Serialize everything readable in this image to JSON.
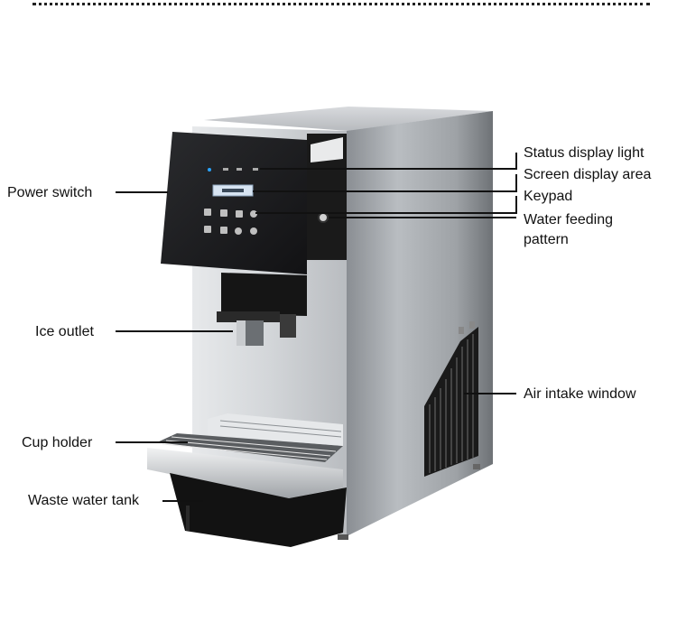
{
  "labels": {
    "power_switch": "Power switch",
    "ice_outlet": "Ice outlet",
    "cup_holder": "Cup holder",
    "waste_water_tank": "Waste water tank",
    "status_display_light": "Status display light",
    "screen_display_area": "Screen display area",
    "keypad": "Keypad",
    "water_feeding_pattern_line1": "Water feeding",
    "water_feeding_pattern_line2": "pattern",
    "air_intake_window": "Air intake window"
  },
  "colors": {
    "stainless": "#c9ccd0",
    "panel": "#1c1c1e",
    "tank": "#121212",
    "leader": "#111111"
  }
}
